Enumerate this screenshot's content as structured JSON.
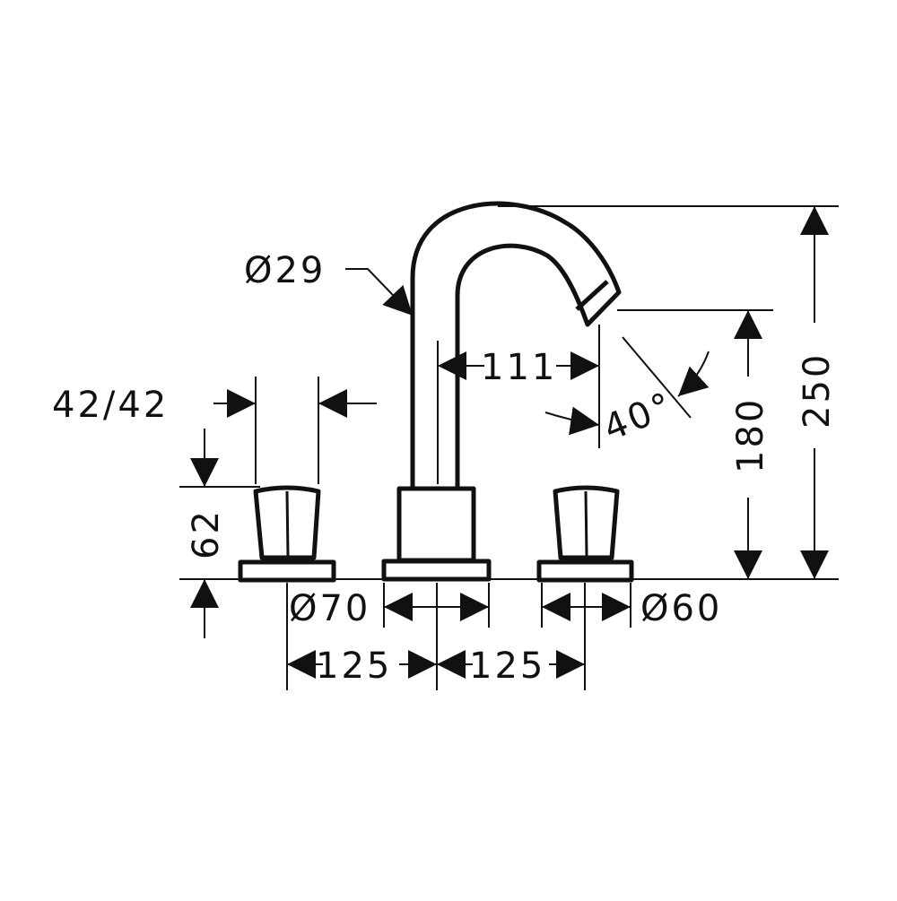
{
  "colors": {
    "line": "#111111",
    "background": "#ffffff"
  },
  "dimensions": {
    "spout_diameter": "Ø29",
    "spout_reach": "111",
    "spout_angle": "40°",
    "handle_size": "42/42",
    "handle_height": "62",
    "spout_base_diameter": "Ø70",
    "handle_base_diameter": "Ø60",
    "spacing_left": "125",
    "spacing_right": "125",
    "outlet_height": "180",
    "total_height": "250"
  }
}
